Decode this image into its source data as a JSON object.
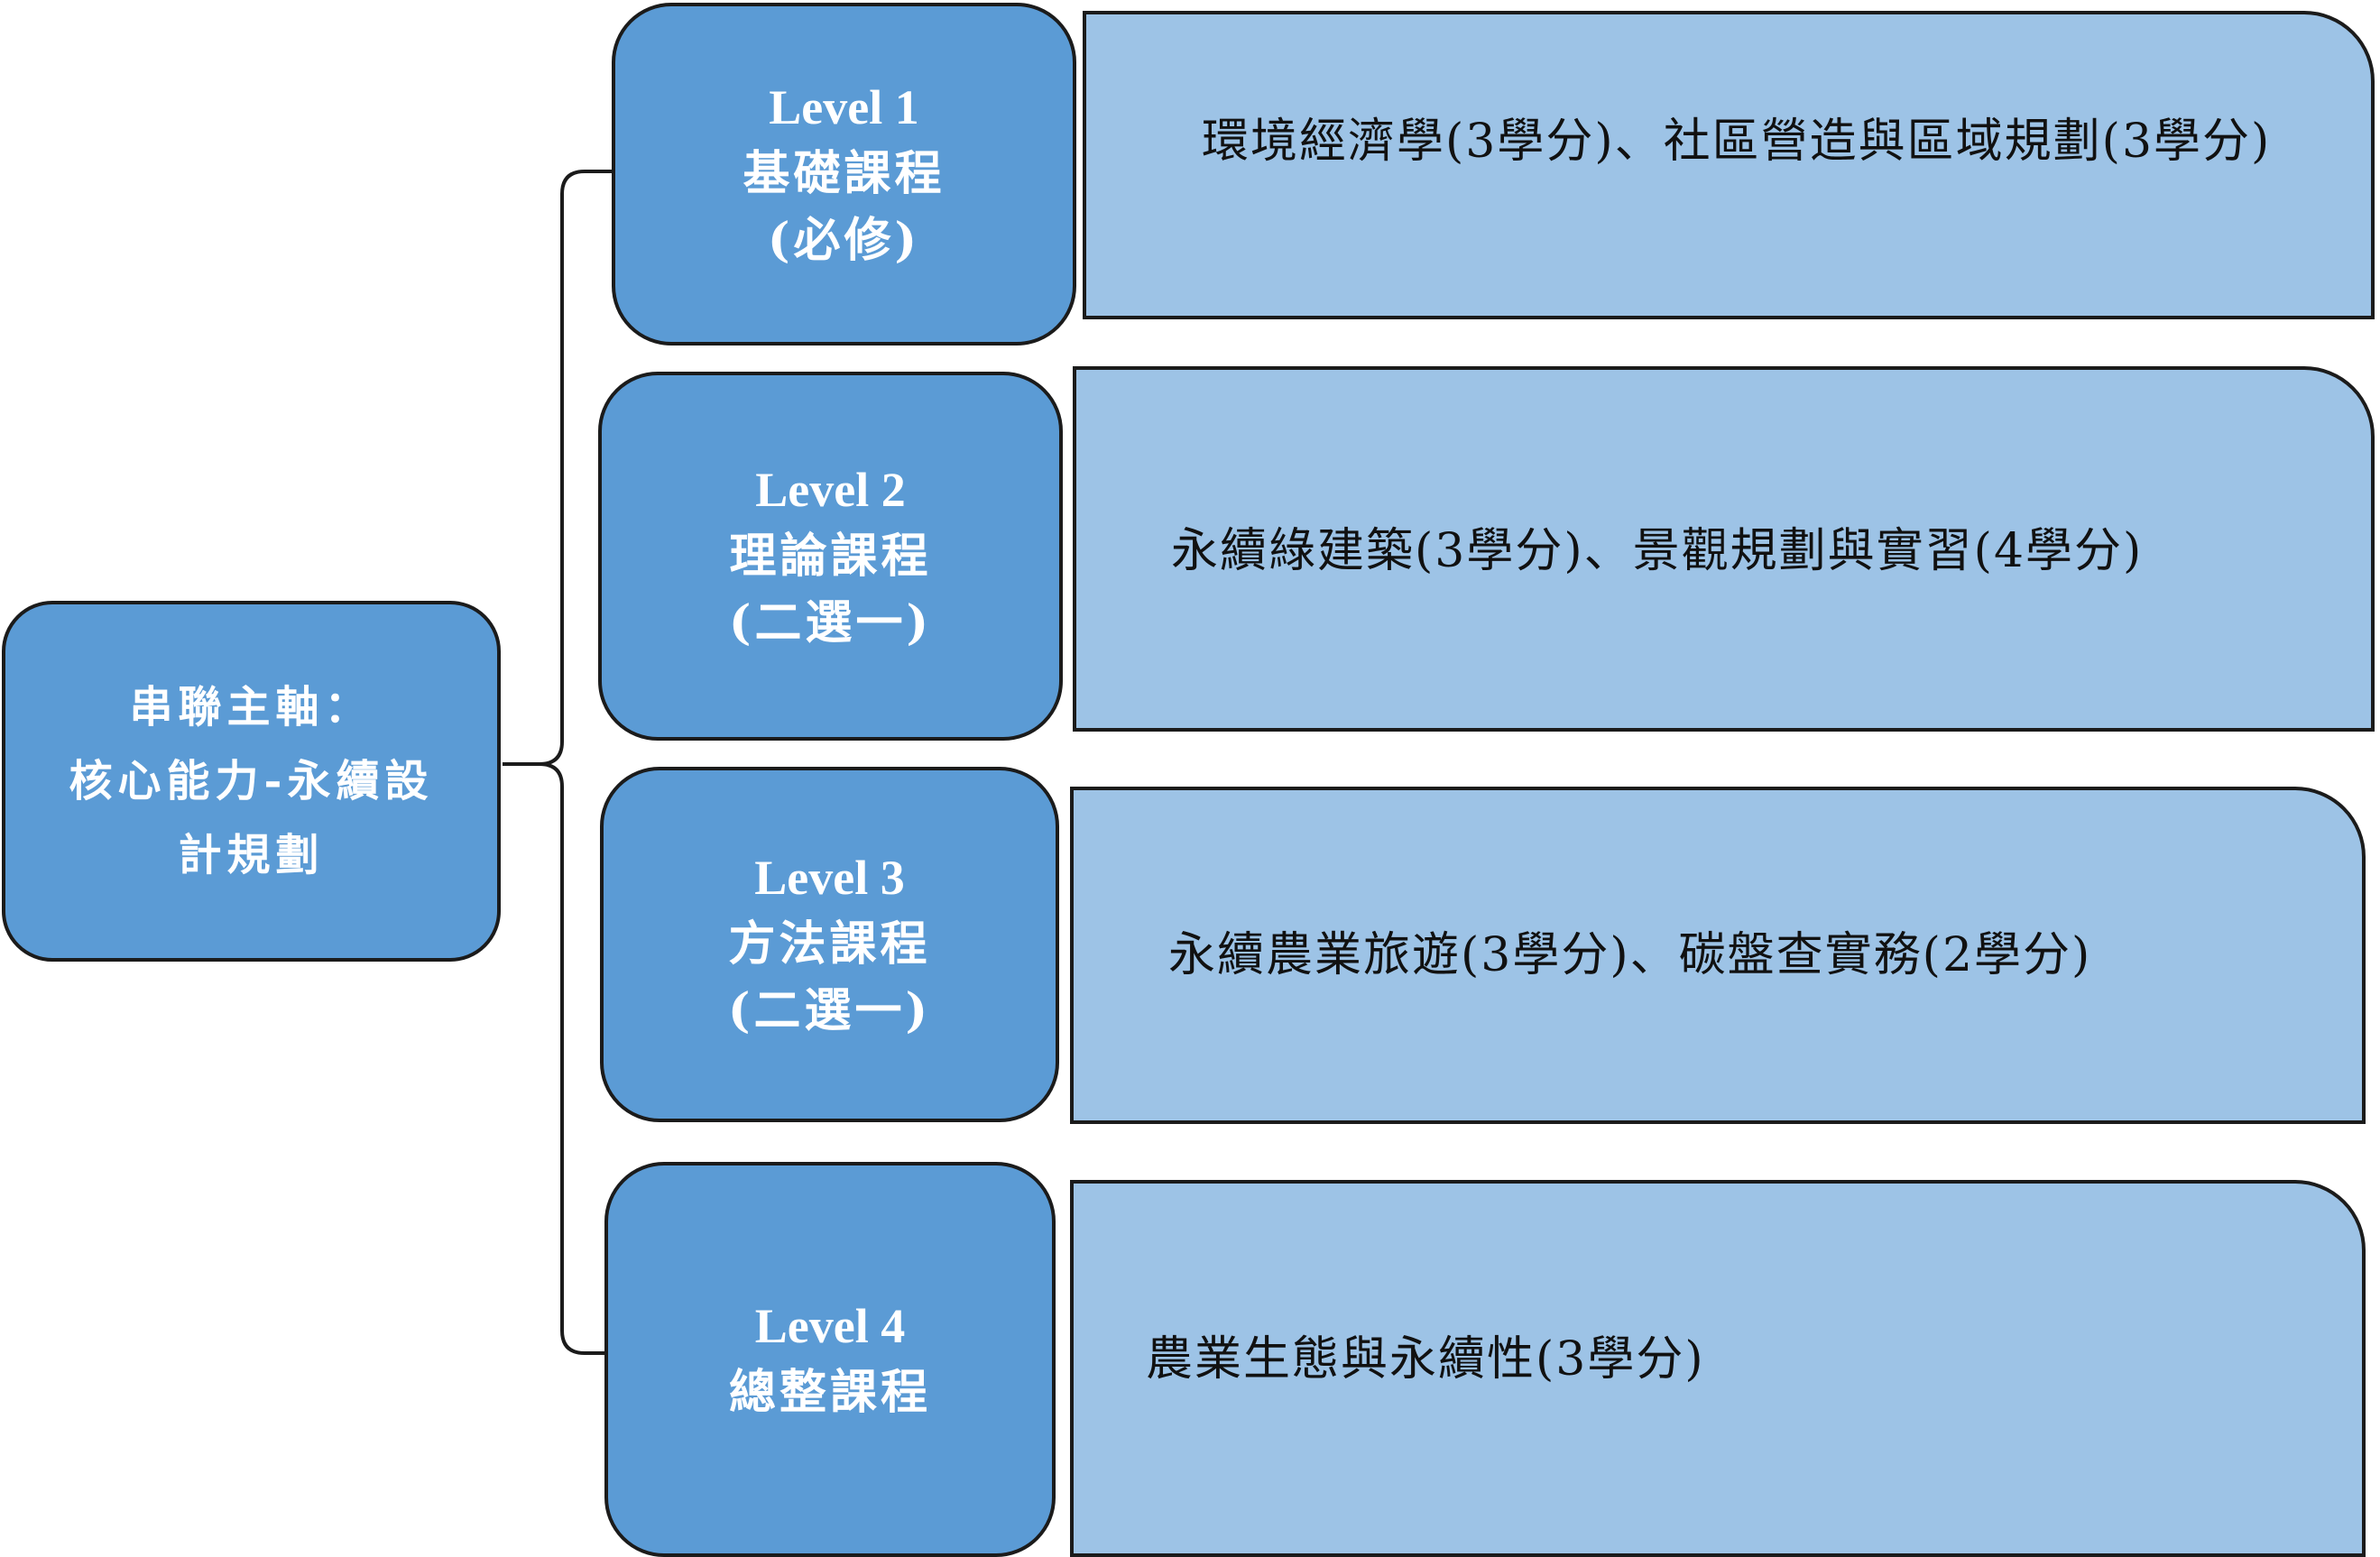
{
  "axis": {
    "line1": "串聯主軸：",
    "line2": "核心能力-永續設",
    "line3": "計規劃"
  },
  "levels": [
    {
      "level": "Level 1",
      "category": "基礎課程",
      "note": "(必修)",
      "courses": "環境經濟學(3學分)、社區營造與區域規劃(3學分)"
    },
    {
      "level": "Level 2",
      "category": "理論課程",
      "note": "(二選一)",
      "courses": "永續綠建築(3學分)、景觀規劃與實習(4學分)"
    },
    {
      "level": "Level 3",
      "category": "方法課程",
      "note": "(二選一)",
      "courses": "永續農業旅遊(3學分)、碳盤查實務(2學分)"
    },
    {
      "level": "Level 4",
      "category": "總整課程",
      "note": "",
      "courses": "農業生態與永續性(3學分)"
    }
  ],
  "colors": {
    "level_fill": "#5b9bd5",
    "course_fill": "#9dc3e6",
    "outline": "#1b1b1b"
  }
}
